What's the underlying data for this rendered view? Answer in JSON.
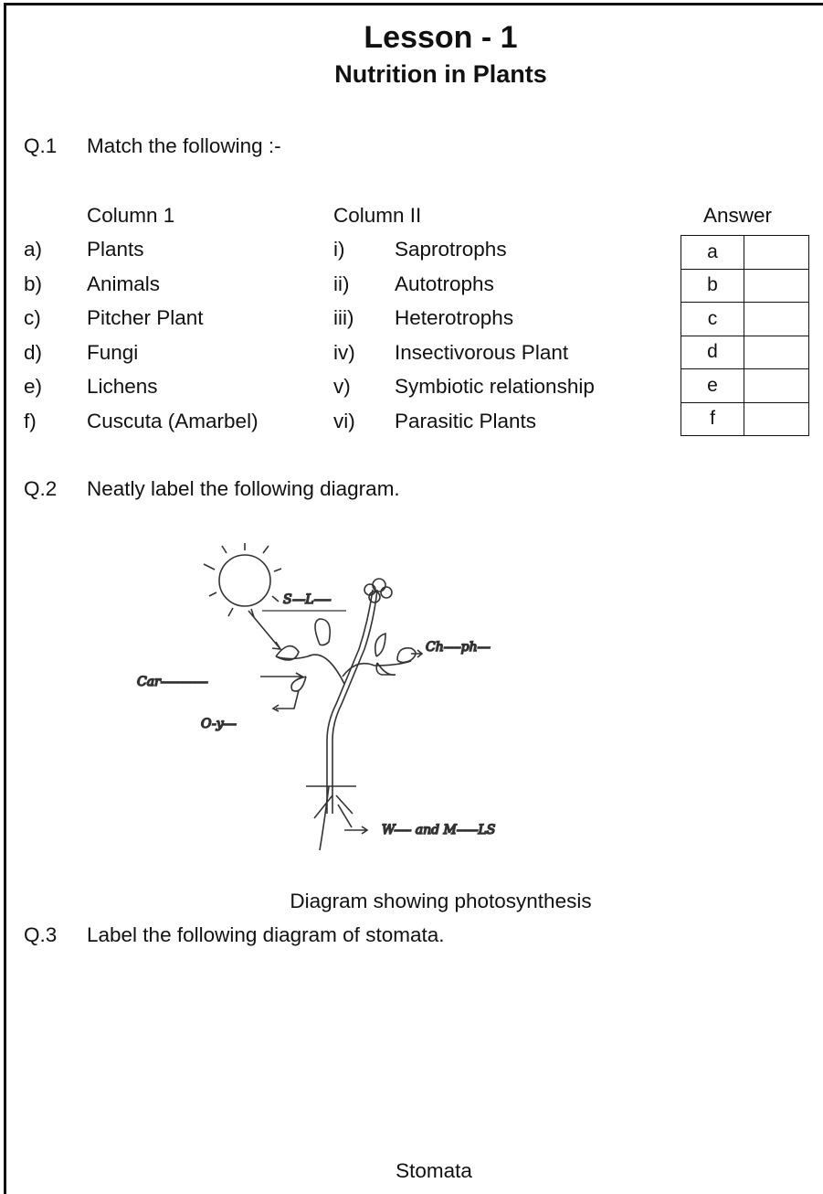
{
  "title": "Lesson - 1",
  "subtitle": "Nutrition in Plants",
  "q1": {
    "num": "Q.1",
    "text": "Match the following :-",
    "col1_header": "Column 1",
    "col2_header": "Column II",
    "answer_header": "Answer",
    "rows": [
      {
        "letter": "a)",
        "item": "Plants",
        "roman": "i)",
        "match": "Saprotrophs",
        "ans": "a"
      },
      {
        "letter": "b)",
        "item": "Animals",
        "roman": "ii)",
        "match": "Autotrophs",
        "ans": "b"
      },
      {
        "letter": "c)",
        "item": "Pitcher Plant",
        "roman": "iii)",
        "match": "Heterotrophs",
        "ans": "c"
      },
      {
        "letter": "d)",
        "item": "Fungi",
        "roman": "iv)",
        "match": "Insectivorous Plant",
        "ans": "d"
      },
      {
        "letter": "e)",
        "item": "Lichens",
        "roman": "v)",
        "match": "Symbiotic relationship",
        "ans": "e"
      },
      {
        "letter": "f)",
        "item": "Cuscuta (Amarbel)",
        "roman": "vi)",
        "match": "Parasitic Plants",
        "ans": "f"
      }
    ]
  },
  "q2": {
    "num": "Q.2",
    "text": "Neatly label the following diagram.",
    "labels": {
      "sun": "S---L----",
      "chloro": "Ch----ph---",
      "carbon": "Car-----------",
      "oxygen": "O-y---",
      "water": "W---- and M-----LS"
    },
    "caption": "Diagram showing photosynthesis"
  },
  "q3": {
    "num": "Q.3",
    "text": "Label the following diagram of stomata.",
    "caption": "Stomata"
  }
}
